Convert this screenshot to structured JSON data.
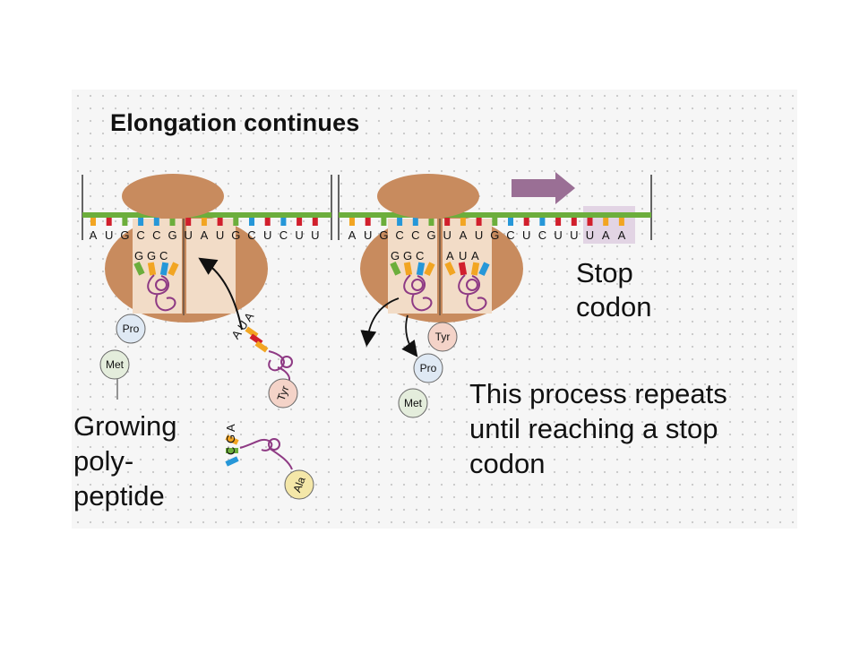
{
  "title": "Elongation continues",
  "labels": {
    "stop_codon": "Stop\ncodon",
    "process_repeats": "This process repeats\nuntil reaching a stop\ncodon",
    "growing_polypeptide": "Growing\npoly-\npeptide"
  },
  "left_panel": {
    "mrna": [
      "A",
      "U",
      "G",
      "C",
      "C",
      "G",
      "U",
      "A",
      "U",
      "G",
      "C",
      "U",
      "C",
      "U",
      "U"
    ],
    "anticodon_p_site": [
      "G",
      "G",
      "C"
    ],
    "incoming_anticodon": [
      "A",
      "U",
      "A"
    ],
    "free_trna_anticodon": [
      "C",
      "G",
      "A"
    ],
    "chain": [
      "Pro",
      "Met"
    ],
    "incoming_amino_acid": "Tyr",
    "free_amino_acid": "Ala"
  },
  "right_panel": {
    "mrna": [
      "A",
      "U",
      "G",
      "C",
      "C",
      "G",
      "U",
      "A",
      "U",
      "G",
      "C",
      "U",
      "C",
      "U",
      "U",
      "U",
      "A",
      "A"
    ],
    "anticodon_p_site": [
      "G",
      "G",
      "C"
    ],
    "anticodon_a_site": [
      "A",
      "U",
      "A"
    ],
    "chain": [
      "Tyr",
      "Pro",
      "Met"
    ]
  },
  "colors": {
    "ribosome": "#c88b5e",
    "ribosome_light": "#f2dcc7",
    "mrna_backbone": "#6cae3c",
    "trna": "#8e3a84",
    "arrow": "#9a6f95",
    "stop_highlight": "#e2d4e4",
    "base_colors": [
      "#f2a522",
      "#d11f2c",
      "#2697d8",
      "#6cae3c"
    ]
  }
}
